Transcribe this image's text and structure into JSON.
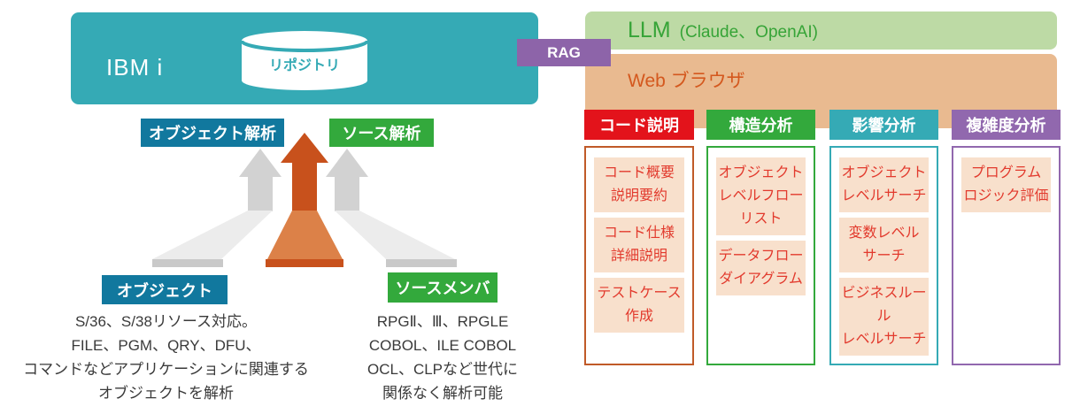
{
  "left": {
    "ibm_title": "IBM i",
    "repository": "リポジトリ",
    "object_analysis": "オブジェクト解析",
    "source_analysis": "ソース解析",
    "object_badge": "オブジェクト",
    "source_member_badge": "ソースメンバ",
    "object_desc": "S/36、S/38リソース対応。\nFILE、PGM、QRY、DFU、\nコマンドなどアプリケーションに関連する\nオブジェクトを解析",
    "source_desc": "RPGⅡ、Ⅲ、RPGLE\nCOBOL、ILE COBOL\nOCL、CLPなど世代に\n関係なく解析可能"
  },
  "right": {
    "rag": "RAG",
    "llm": "LLM",
    "llm_sub": "(Claude、OpenAI)",
    "web": "Web ブラウザ",
    "columns": [
      {
        "header": "コード説明",
        "header_color": "#e3131b",
        "border_color": "#c05a28",
        "items": [
          "コード概要\n説明要約",
          "コード仕様\n詳細説明",
          "テストケース\n作成"
        ]
      },
      {
        "header": "構造分析",
        "header_color": "#33a93c",
        "border_color": "#33a93c",
        "items": [
          "オブジェクト\nレベルフロー\nリスト",
          "データフロー\nダイアグラム"
        ]
      },
      {
        "header": "影響分析",
        "header_color": "#35aab5",
        "border_color": "#35aab5",
        "items": [
          "オブジェクト\nレベルサーチ",
          "変数レベル\nサーチ",
          "ビジネスルール\nレベルサーチ"
        ]
      },
      {
        "header": "複雑度分析",
        "header_color": "#9168ae",
        "border_color": "#9168ae",
        "items": [
          "プログラム\nロジック評価"
        ]
      }
    ]
  },
  "colors": {
    "ibm_teal": "#35aab5",
    "dark_teal_badge": "#11789e",
    "green": "#33a93c",
    "purple_rag": "#8d64a9",
    "llm_bg": "#bddaa5",
    "llm_text": "#36a437",
    "web_bg": "#e9ba90",
    "web_text": "#d4581e",
    "item_bg": "#f8e0cc",
    "item_text": "#e23a2d",
    "arrow_orange_dark": "#c8511c",
    "arrow_orange_light": "#dc8148",
    "arrow_gray": "#d2d2d2",
    "arrow_gray_light": "#ececec",
    "arrow_gray_strip": "#c9c9c9"
  }
}
